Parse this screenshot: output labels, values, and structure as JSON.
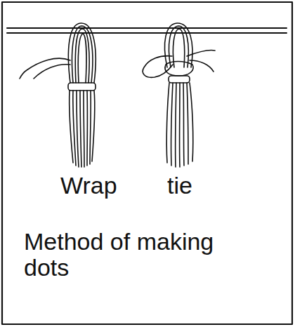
{
  "diagram": {
    "caption": "Method of making dots",
    "labels": [
      "Wrap",
      "tie"
    ]
  }
}
